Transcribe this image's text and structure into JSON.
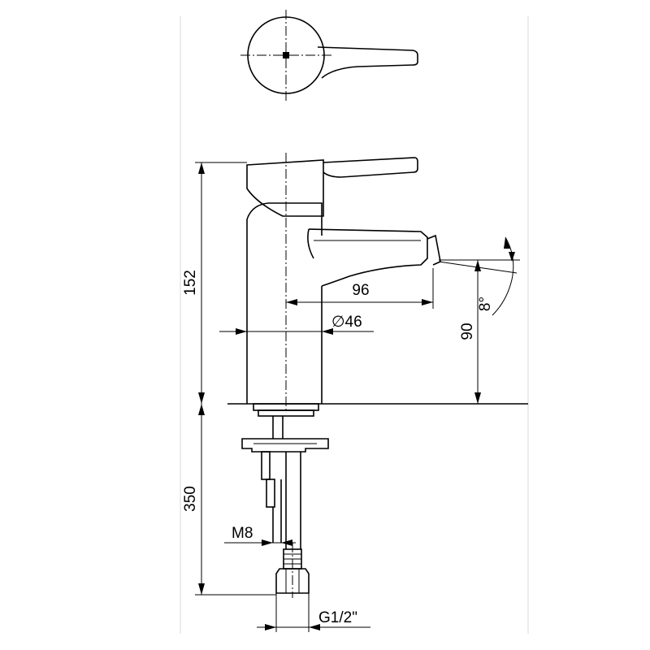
{
  "dimensions": {
    "height": "152",
    "spout_reach": "96",
    "body_diameter": "∅46",
    "spout_height": "90",
    "spout_angle": "8°",
    "supply_length": "350",
    "stud_thread": "M8",
    "connector_thread": "G1/2\""
  }
}
